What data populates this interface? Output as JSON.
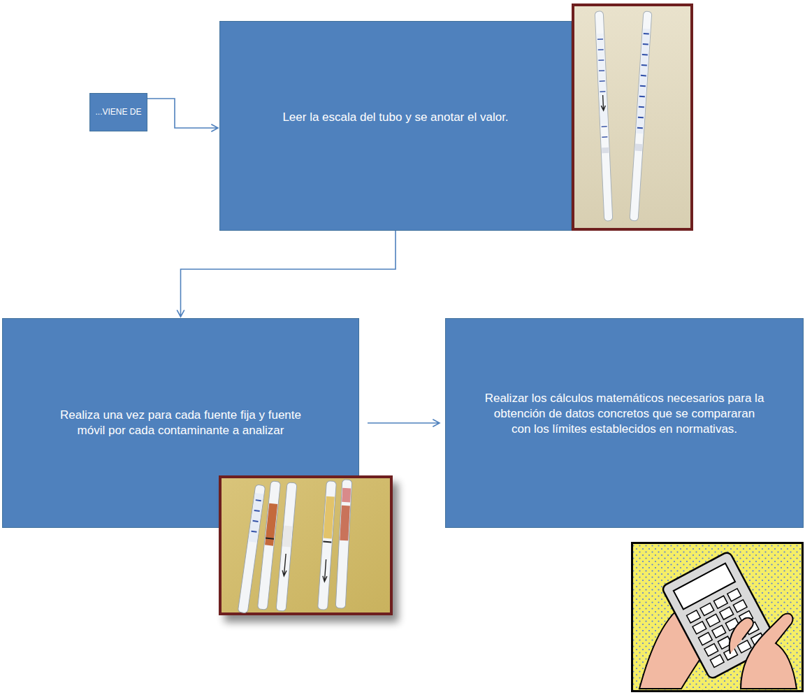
{
  "diagram": {
    "nodes": [
      {
        "text": [
          "...VIENE DE"
        ]
      },
      {
        "text": [
          "Leer la escala del tubo y se anotar el valor."
        ]
      },
      {
        "text": [
          "Realiza  una vez para cada fuente fija y fuente móvil  por cada contaminante a analizar"
        ]
      },
      {
        "text": [
          "Realizar  los cálculos matemáticos necesarios para la obtención de datos concretos que se compararan con los límites establecidos en  normativas."
        ]
      }
    ],
    "edges": [
      {
        "from": 0,
        "to": 1,
        "arrow": "to"
      },
      {
        "from": 1,
        "to": 2,
        "arrow": "to"
      },
      {
        "from": 2,
        "to": 3,
        "arrow": "to"
      }
    ]
  }
}
